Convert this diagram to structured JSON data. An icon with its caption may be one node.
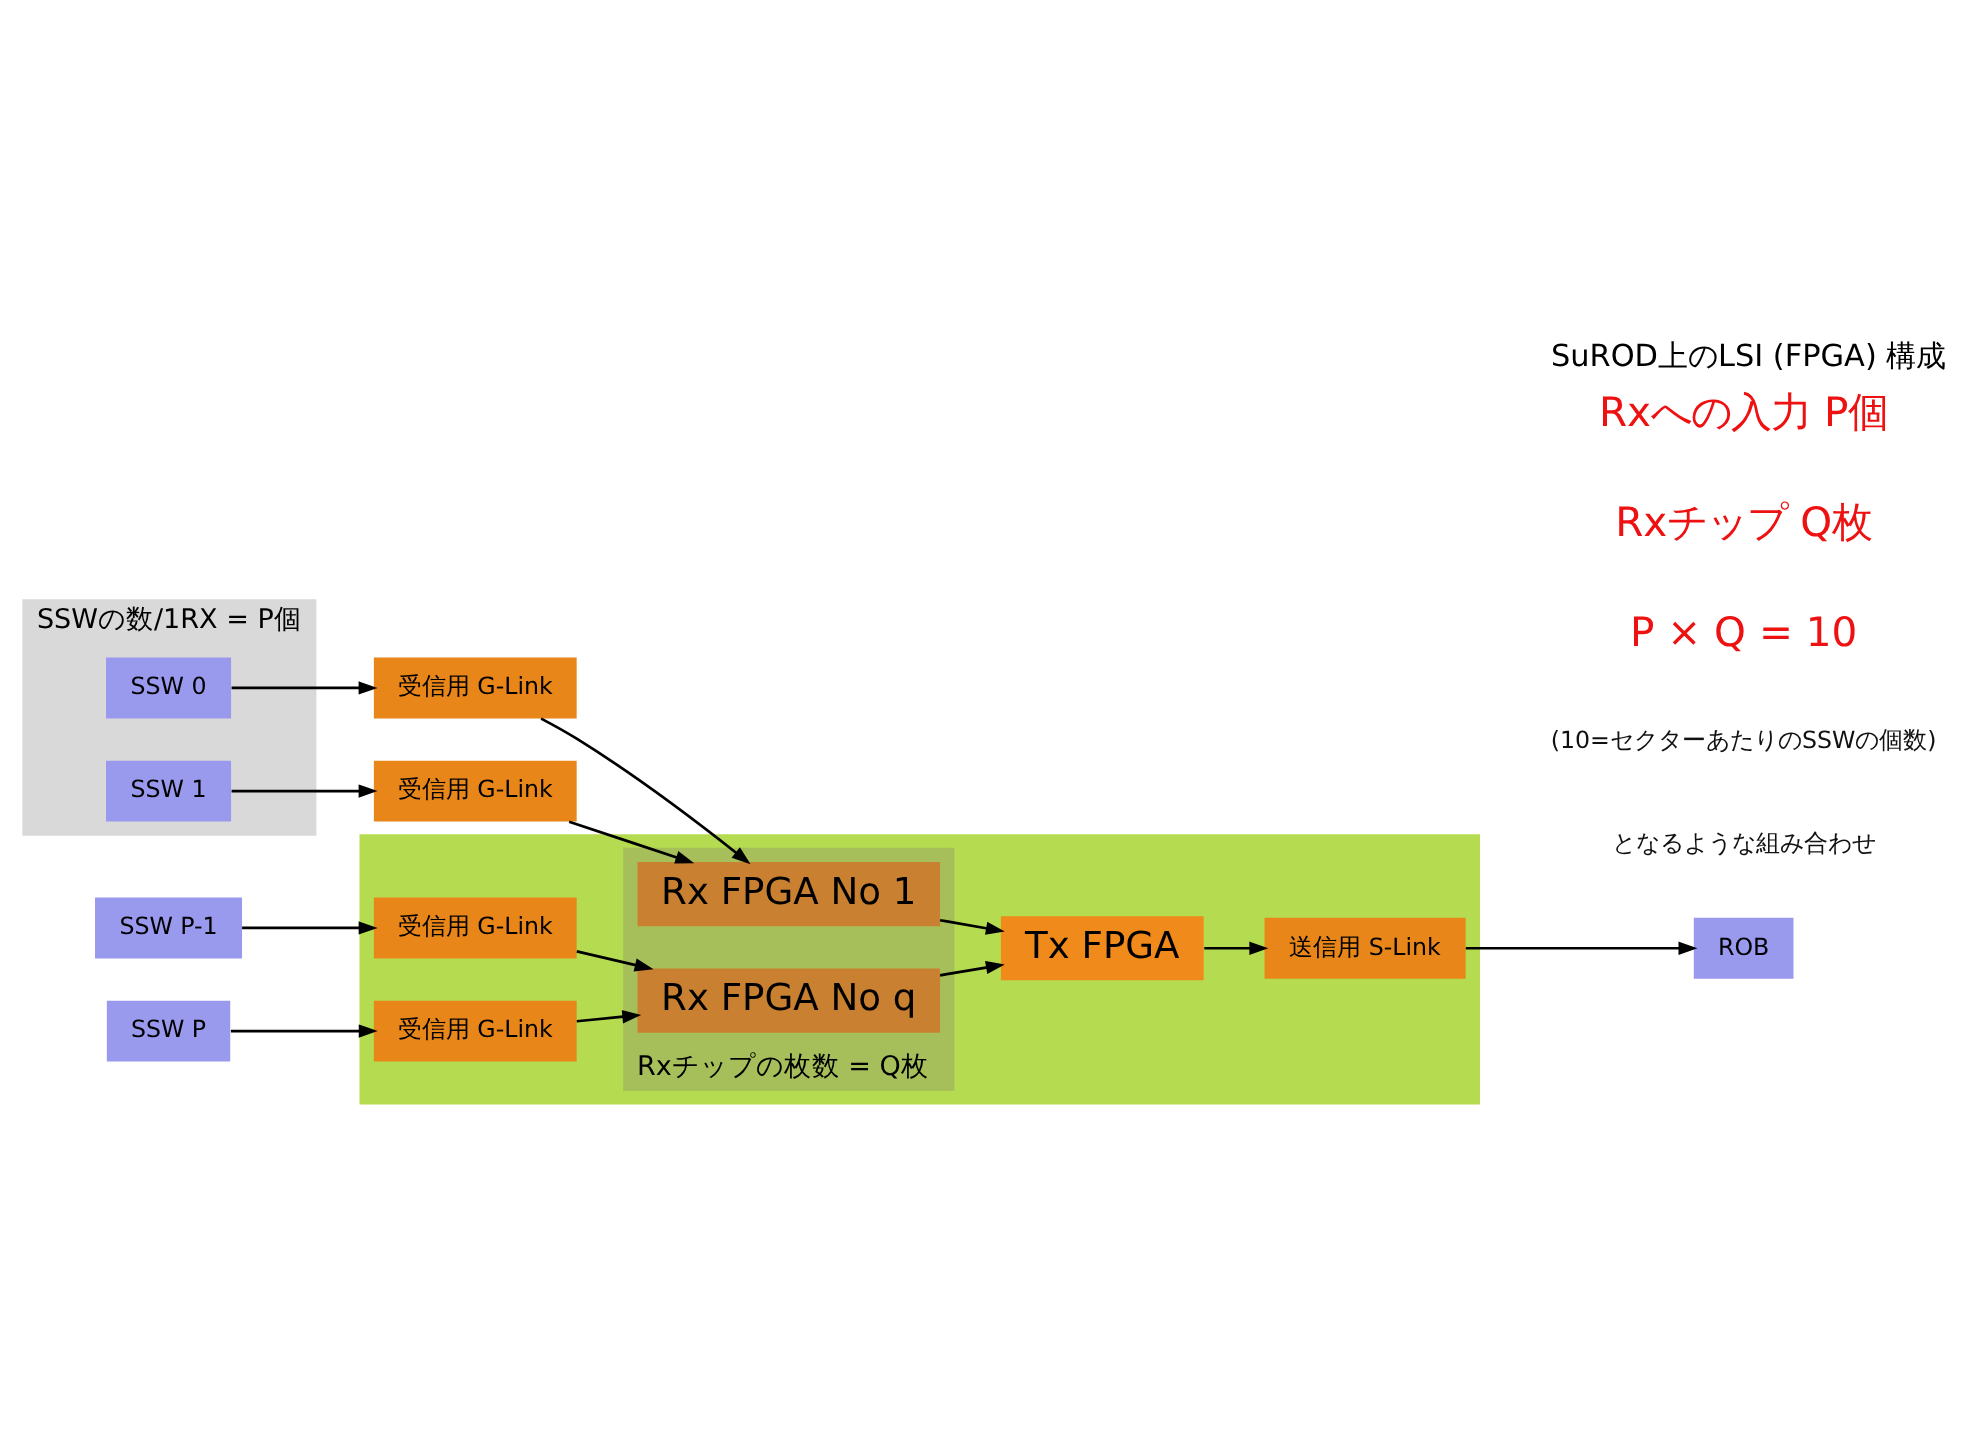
{
  "diagram": {
    "title": "SuROD上のLSI (FPGA) 構成",
    "nodes": [
      {
        "text": [],
        "shape": "box"
      },
      {
        "text": [
          "SSWの数/1RX = P個"
        ]
      },
      {
        "text": [
          "SSW 0"
        ],
        "in": 1
      },
      {
        "text": [
          "SSW 1"
        ],
        "in": 1
      },
      {
        "text": [
          "受信用 G-Link"
        ]
      },
      {
        "text": [
          "受信用 G-Link"
        ]
      },
      {
        "text": [
          "Rxチップの枚数 = Q枚"
        ],
        "in": 0
      },
      {
        "text": [
          "Rx FPGA No 1"
        ],
        "in": 6
      },
      {
        "text": [
          "Rx FPGA No q"
        ],
        "in": 6
      },
      {
        "text": [
          "SSW P-1"
        ]
      },
      {
        "text": [
          "SSW P"
        ]
      },
      {
        "text": [
          "受信用 G-Link"
        ],
        "in": 0
      },
      {
        "text": [
          "受信用 G-Link"
        ],
        "in": 0
      },
      {
        "text": [
          "Tx FPGA"
        ],
        "in": 0
      },
      {
        "text": [
          "送信用 S-Link"
        ],
        "in": 0
      },
      {
        "text": [
          "ROB"
        ]
      }
    ],
    "edges": [
      {
        "from": 2,
        "to": 4,
        "arrow": "to"
      },
      {
        "from": 3,
        "to": 5,
        "arrow": "to"
      },
      {
        "from": 4,
        "to": 7,
        "arrow": "to"
      },
      {
        "from": 5,
        "to": 7,
        "arrow": "to"
      },
      {
        "from": 7,
        "to": 13,
        "arrow": "to"
      },
      {
        "from": 9,
        "to": 11,
        "arrow": "to"
      },
      {
        "from": 10,
        "to": 12,
        "arrow": "to"
      },
      {
        "from": 11,
        "to": 8,
        "arrow": "to"
      },
      {
        "from": 12,
        "to": 8,
        "arrow": "to"
      },
      {
        "from": 8,
        "to": 13,
        "arrow": "to"
      },
      {
        "from": 13,
        "to": 14,
        "arrow": "to"
      },
      {
        "from": 14,
        "to": 15,
        "arrow": "to"
      }
    ],
    "labels": [
      "Rxへの入力 P個",
      "Rxチップ Q枚",
      "P × Q = 10",
      "(10=セクターあたりのSSWの個数)",
      "となるような組み合わせ"
    ]
  }
}
